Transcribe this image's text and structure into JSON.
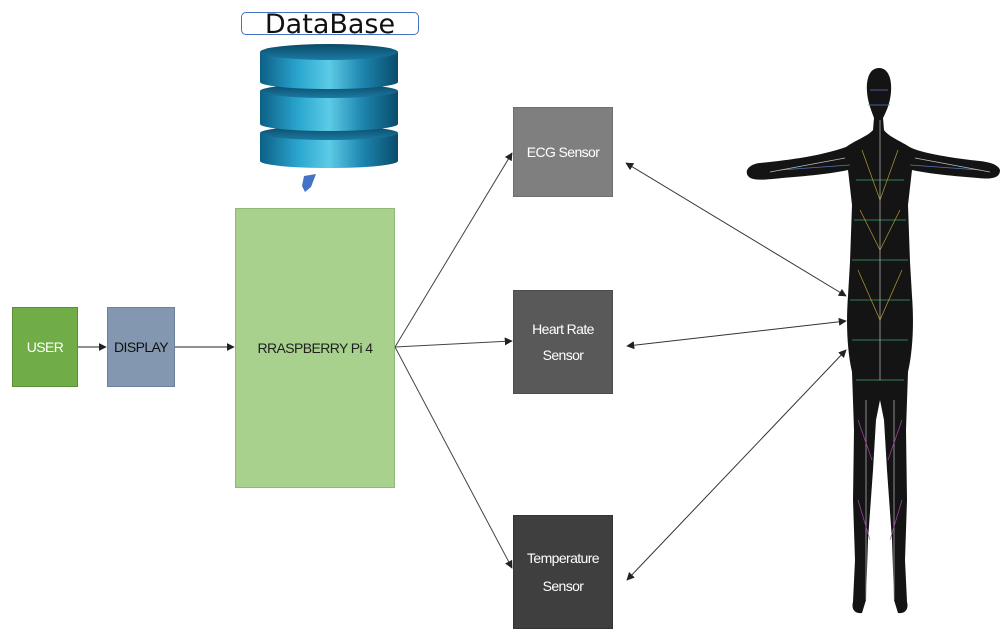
{
  "database": {
    "label": "DataBase"
  },
  "blocks": {
    "user": "USER",
    "display": "DISPLAY",
    "raspberry": "RRASPBERRY Pi 4",
    "ecg": "ECG Sensor",
    "heart_rate": [
      "Heart Rate",
      "Sensor"
    ],
    "temperature": [
      "Temperature",
      "Sensor"
    ]
  },
  "colors": {
    "user": "#70ad47",
    "display": "#8497b0",
    "raspberry": "#a9d18e",
    "ecg": "#7f7f7f",
    "heart_rate": "#595959",
    "temperature": "#3f3f3f",
    "database": "#1f8fb0",
    "database_arrow": "#4472c4"
  },
  "icons": {
    "database": "database-cylinder-icon",
    "human": "human-wireframe-figure-icon"
  }
}
